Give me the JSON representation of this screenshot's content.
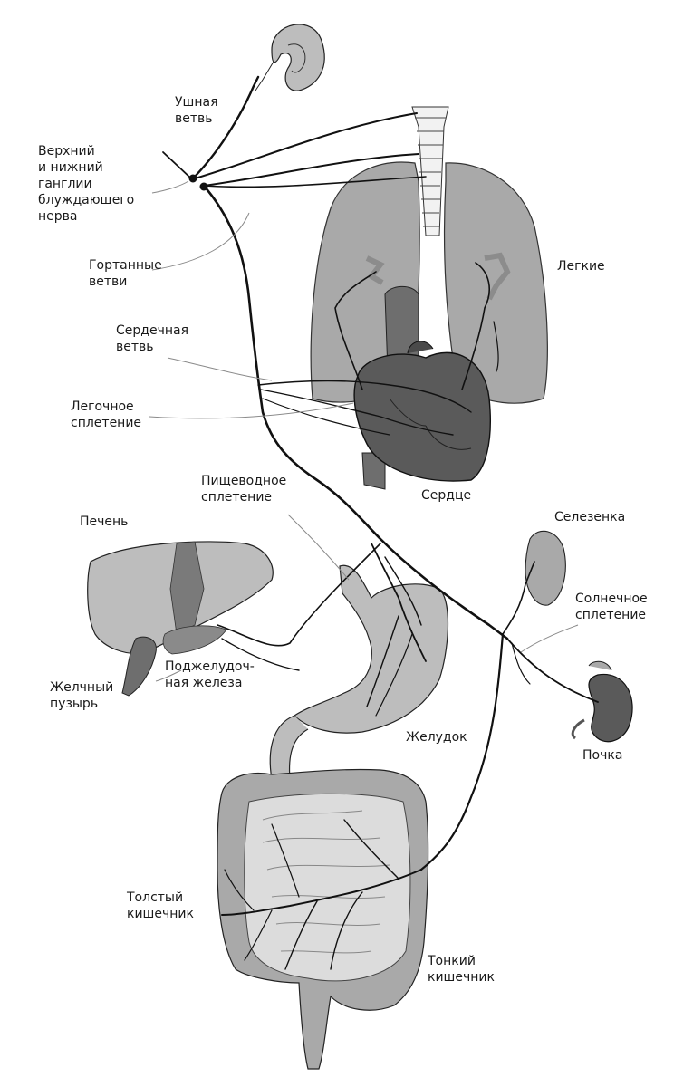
{
  "labels": {
    "auricular_branch": "Ушная\nветвь",
    "ganglia": "Верхний\nи нижний\nганглии\nблуждающего\nнерва",
    "laryngeal_branches": "Гортанные\nветви",
    "lungs": "Легкие",
    "cardiac_branch": "Сердечная\nветвь",
    "pulmonary_plexus": "Легочное\nсплетение",
    "heart": "Сердце",
    "esophageal_plexus": "Пищеводное\nсплетение",
    "liver": "Печень",
    "spleen": "Селезенка",
    "celiac_plexus": "Солнечное\nсплетение",
    "gallbladder": "Желчный\nпузырь",
    "pancreas": "Поджелудоч-\nная железа",
    "kidney": "Почка",
    "stomach": "Желудок",
    "large_intestine": "Толстый\nкишечник",
    "small_intestine": "Тонкий\nкишечник"
  },
  "colors": {
    "organ_light": "#bdbdbd",
    "organ_mid": "#a9a9a9",
    "organ_dark": "#6e6e6e",
    "heart": "#5a5a5a",
    "nerve": "#111111",
    "leader": "#8a8a8a"
  }
}
